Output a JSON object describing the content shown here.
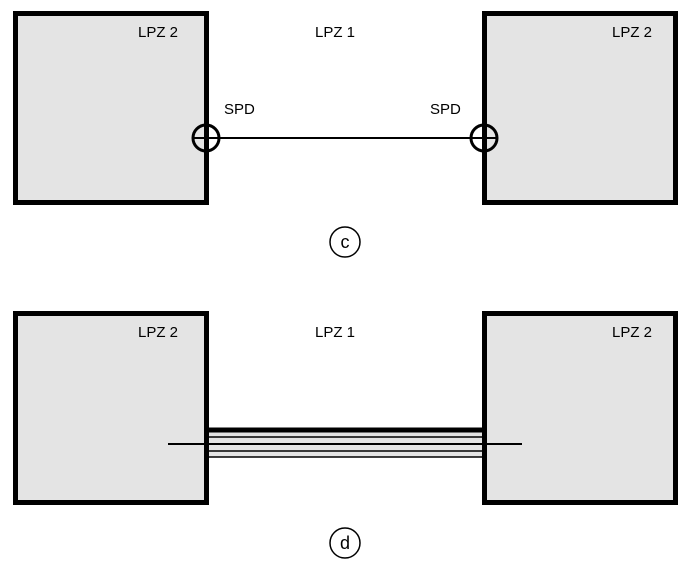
{
  "panel_c": {
    "inner_zone_label": "LPZ 1",
    "left_zone_label": "LPZ 2",
    "right_zone_label": "LPZ 2",
    "left_spd_label": "SPD",
    "right_spd_label": "SPD",
    "marker": "c"
  },
  "panel_d": {
    "inner_zone_label": "LPZ 1",
    "left_zone_label": "LPZ 2",
    "right_zone_label": "LPZ 2",
    "marker": "d"
  },
  "colors": {
    "zone_fill": "#e4e4e4",
    "outline": "#000000",
    "background": "#ffffff"
  }
}
